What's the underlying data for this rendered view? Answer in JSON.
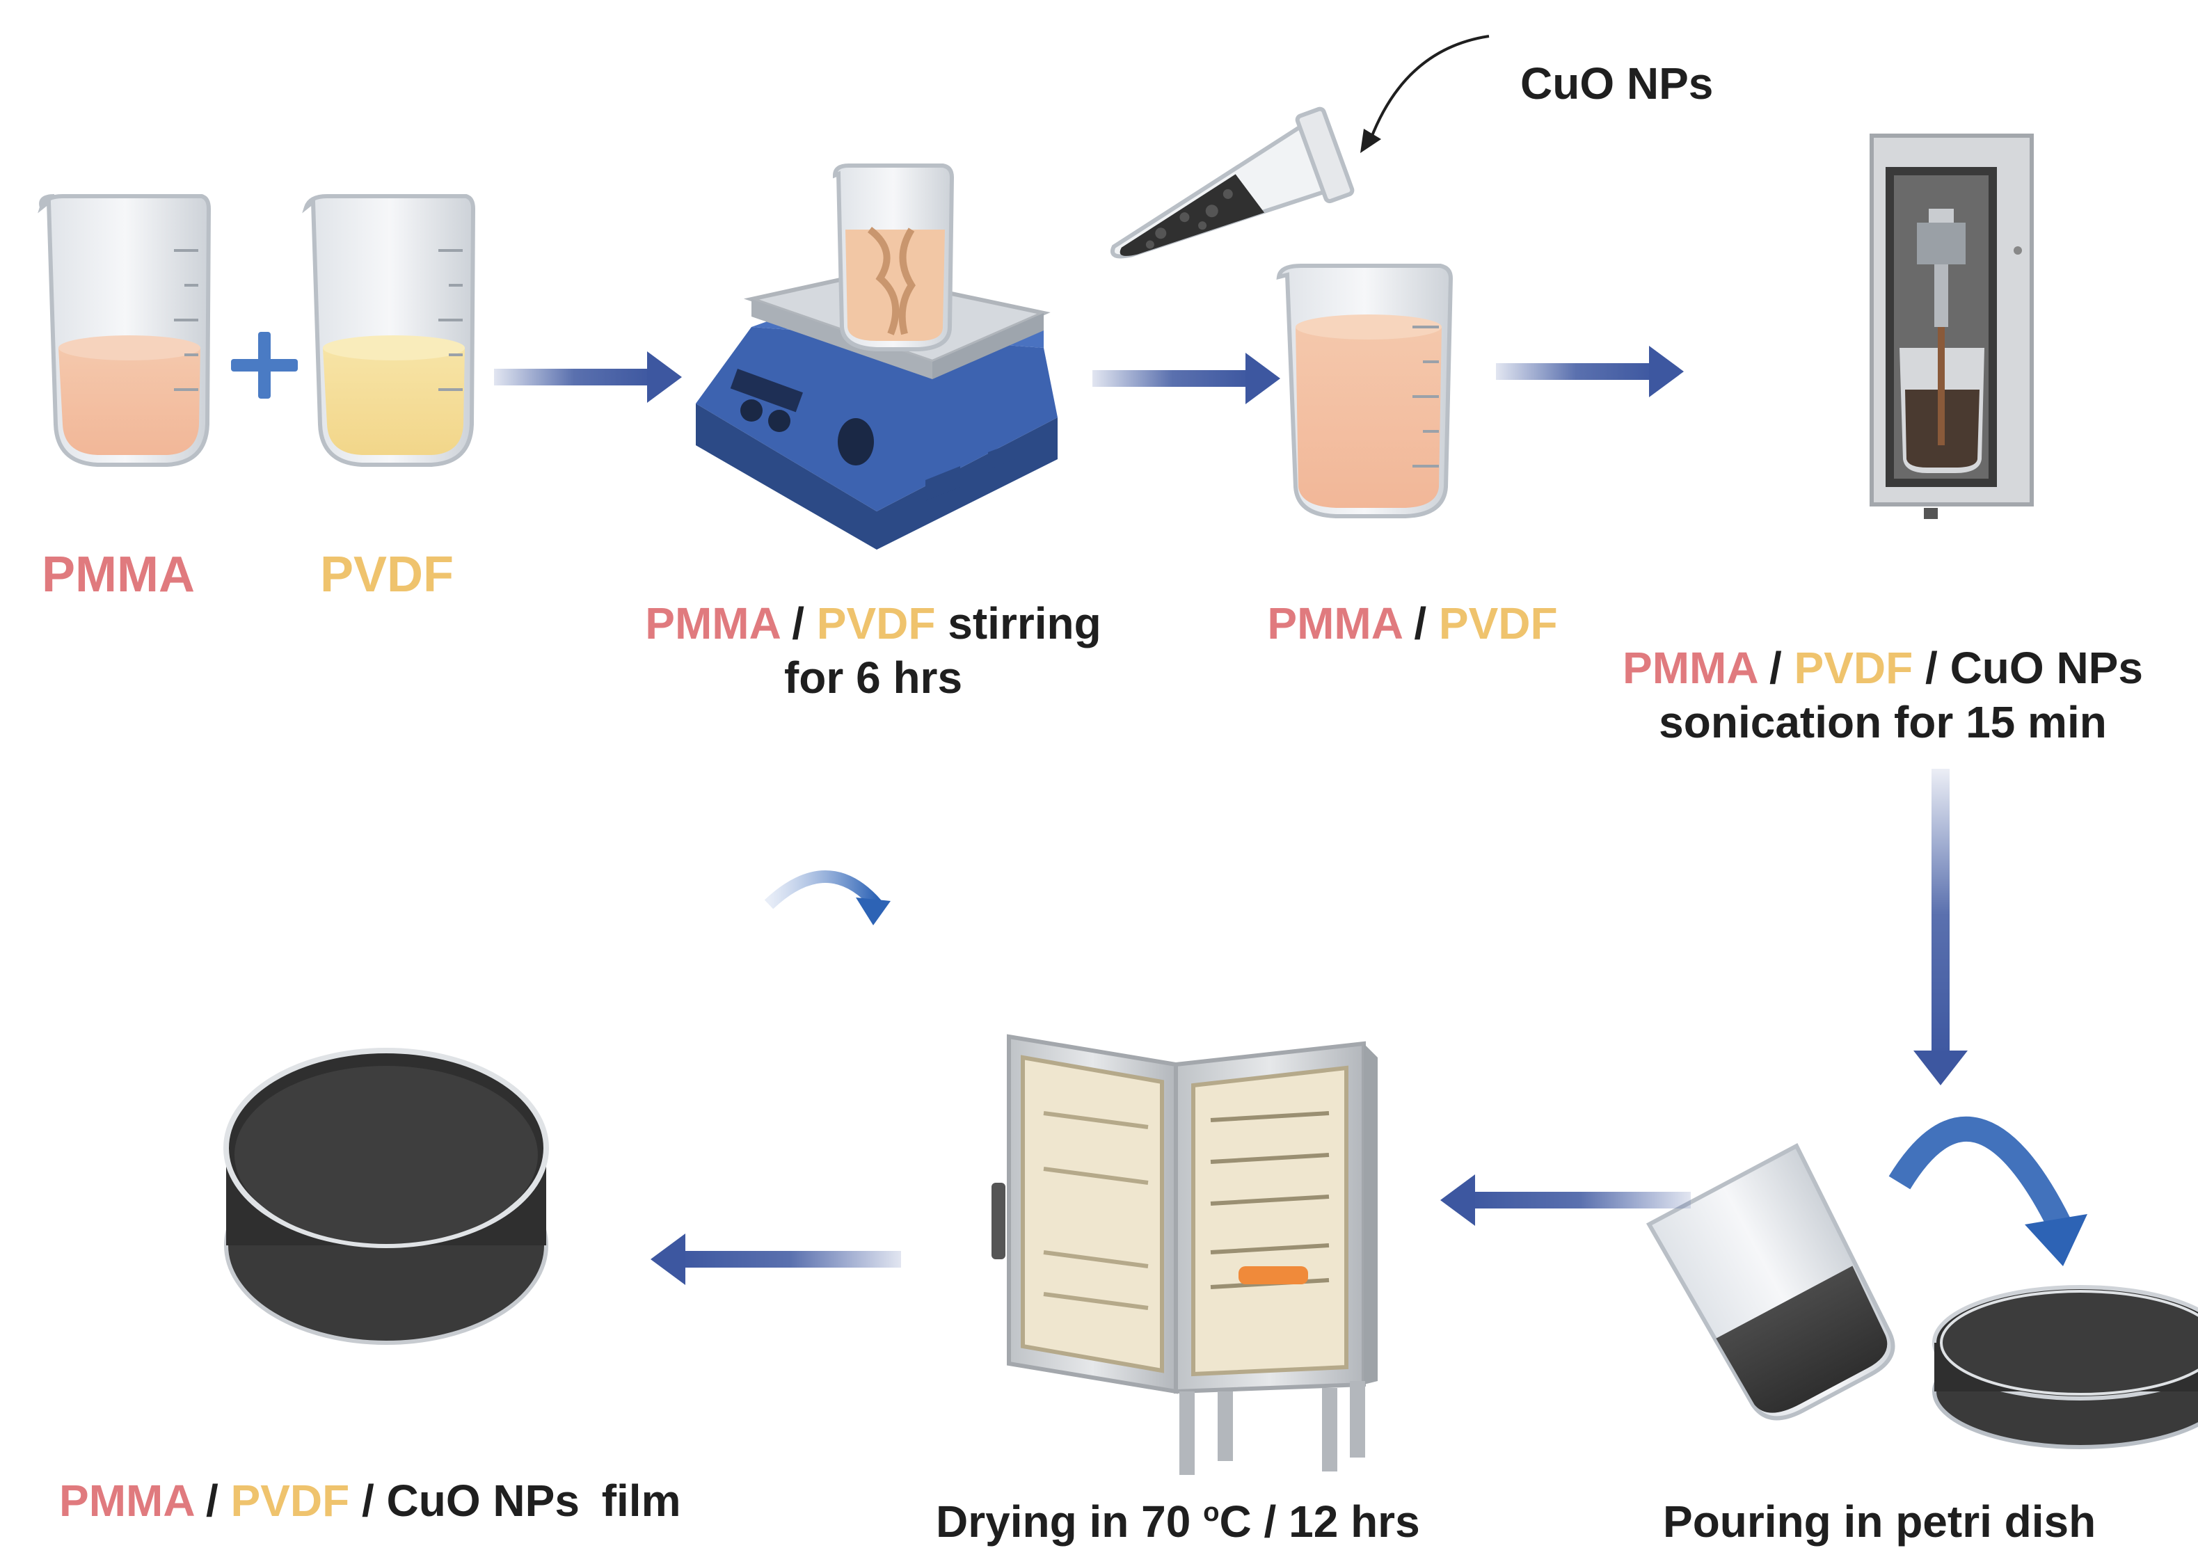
{
  "labels": {
    "pmma": "PMMA",
    "pvdf": "PVDF",
    "slash": "/",
    "stirring": "stirring",
    "for_6_hrs": "for 6 hrs",
    "cuo_nps_label": "CuO NPs",
    "cuo_nps": "CuO NPs",
    "sonication": "sonication for 15 min",
    "film": "film",
    "drying_prefix": "Drying in 70",
    "drying_deg": "o",
    "drying_suffix": "C / 12 hrs",
    "pouring": "Pouring in petri dish"
  },
  "colors": {
    "pmma": "#e07a7e",
    "pvdf": "#efc36d",
    "arrow": "#3d57a0",
    "text": "#1f1f1f"
  }
}
